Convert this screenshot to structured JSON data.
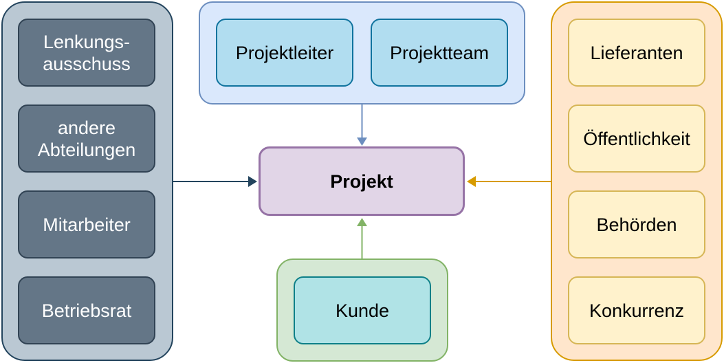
{
  "colors": {
    "left_group_fill": "#bac8d3",
    "left_group_stroke": "#23445d",
    "left_box_fill": "#647687",
    "left_box_stroke": "#314354",
    "left_text": "#ffffff",
    "top_group_fill": "#dae8fc",
    "top_group_stroke": "#6c8ebf",
    "cyan_box_fill": "#b1ddf0",
    "cyan_box_stroke": "#10739e",
    "right_group_fill": "#ffe6cc",
    "right_group_stroke": "#d79b00",
    "right_box_fill": "#fff2cc",
    "right_box_stroke": "#d6b656",
    "bottom_group_fill": "#d5e8d4",
    "bottom_group_stroke": "#82b366",
    "bottom_box_fill": "#b0e3e6",
    "bottom_box_stroke": "#0e8088",
    "center_fill": "#e1d5e7",
    "center_stroke": "#9673a6",
    "text": "#000000"
  },
  "left_group": {
    "items": [
      "Lenkungs-\nausschuss",
      "andere\nAbteilungen",
      "Mitarbeiter",
      "Betriebsrat"
    ]
  },
  "top_group": {
    "items": [
      "Projektleiter",
      "Projektteam"
    ]
  },
  "right_group": {
    "items": [
      "Lieferanten",
      "Öffentlichkeit",
      "Behörden",
      "Konkurrenz"
    ]
  },
  "bottom_group": {
    "items": [
      "Kunde"
    ]
  },
  "center": {
    "label": "Projekt"
  }
}
